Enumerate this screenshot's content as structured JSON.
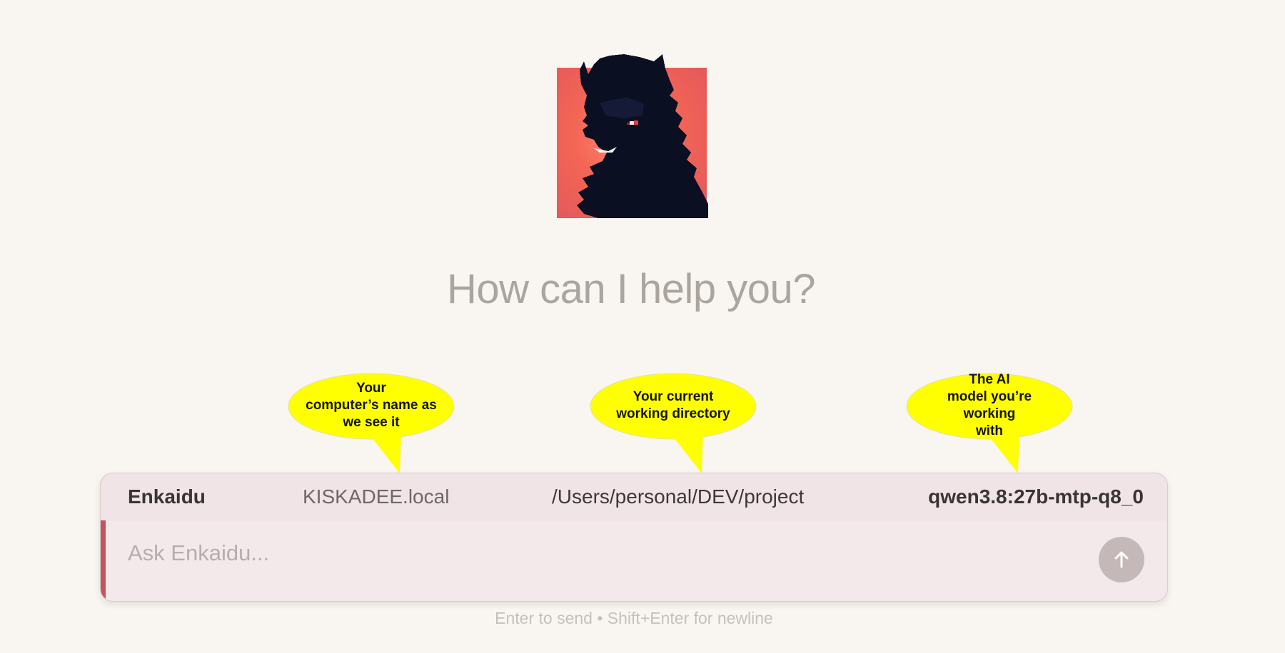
{
  "app": {
    "heading": "How can I help you?",
    "avatar_icon": "dragon-avatar-icon"
  },
  "callouts": [
    {
      "text": "Your\ncomputer’s name as\nwe see it"
    },
    {
      "text": "Your current\nworking directory"
    },
    {
      "text": "The AI\nmodel you’re working\nwith"
    }
  ],
  "status_bar": {
    "app_name": "Enkaidu",
    "host": "KISKADEE.local",
    "directory": "/Users/personal/DEV/project",
    "model": "qwen3.8:27b-mtp-q8_0"
  },
  "input": {
    "placeholder": "Ask Enkaidu...",
    "value": ""
  },
  "send_button": {
    "icon": "arrow-up-icon"
  },
  "hint": "Enter to send • Shift+Enter for newline",
  "colors": {
    "background": "#f9f6f2",
    "accent": "#c4535d",
    "callout": "#ffff00",
    "panel": "#f3e9ea",
    "send_button": "#c4b8b9"
  }
}
